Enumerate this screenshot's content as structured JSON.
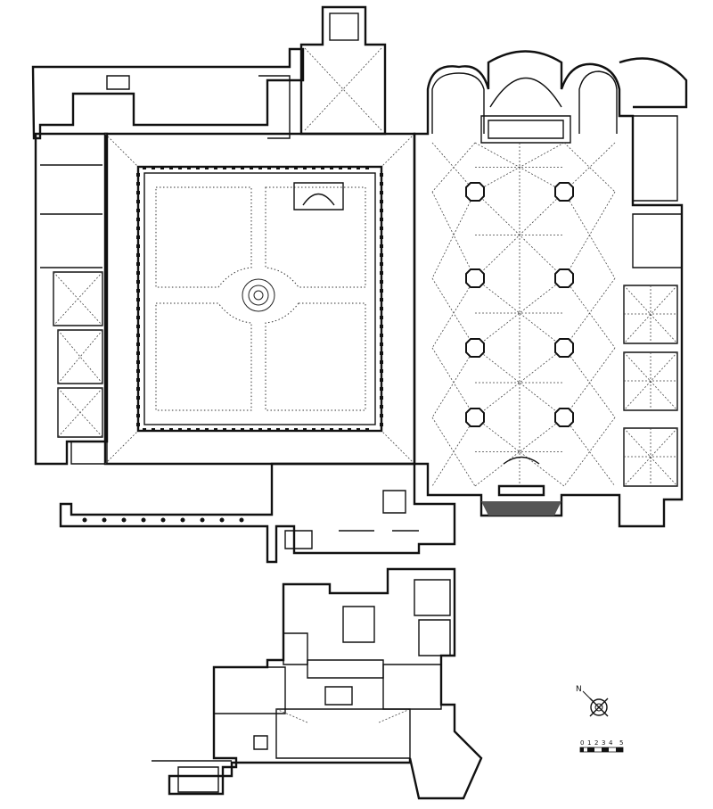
{
  "north_arrow": {
    "label": "N",
    "icon": "north-arrow-icon"
  },
  "scale_bar": {
    "ticks": [
      "0",
      "1",
      "2",
      "3",
      "4",
      "5"
    ]
  }
}
